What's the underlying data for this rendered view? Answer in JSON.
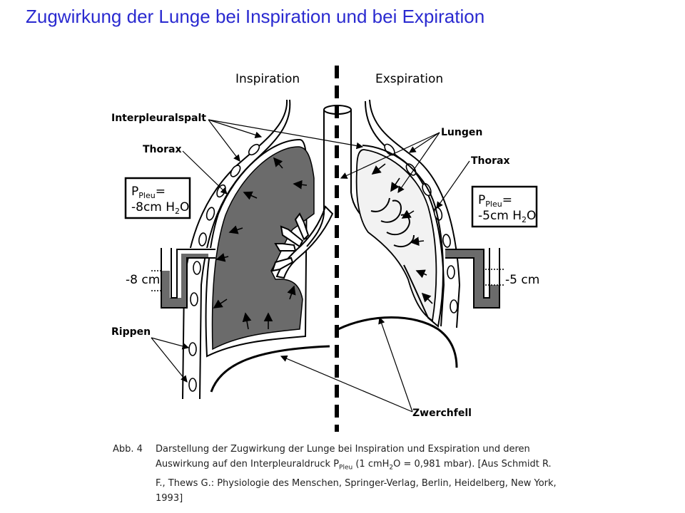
{
  "slide": {
    "title": "Zugwirkung der Lunge bei Inspiration und bei Expiration"
  },
  "diagram": {
    "side_labels": {
      "inspiration": "Inspiration",
      "expiration": "Exspiration"
    },
    "labels": {
      "interpleuralspalt": "Interpleuralspalt",
      "thorax_left": "Thorax",
      "thorax_right": "Thorax",
      "lungen": "Lungen",
      "rippen": "Rippen",
      "zwerchfell": "Zwerchfell",
      "level_left": "-8 cm",
      "level_right": "-5 cm"
    },
    "pressure_left": {
      "p": "P",
      "sub": "Pleu",
      "eq": "=",
      "line2": "-8cm H",
      "two": "2",
      "o": "O"
    },
    "pressure_right": {
      "p": "P",
      "sub": "Pleu",
      "eq": "=",
      "line2": "-5cm H",
      "two": "2",
      "o": "O"
    }
  },
  "caption": {
    "number": "Abb. 4",
    "line1": "Darstellung der Zugwirkung der Lunge bei Inspiration und Exspiration und deren",
    "line2_pre": "Auswirkung auf den Interpleuraldruck P",
    "line2_sub": "Pleu",
    "line2_mid": " (1 cmH",
    "line2_sub2": "2",
    "line2_post": "O = 0,981 mbar). [Aus Schmidt R.",
    "line3": "F., Thews G.: Physiologie des Menschen, Springer-Verlag, Berlin, Heidelberg, New York,",
    "line4": "1993]"
  },
  "colors": {
    "title": "#2a2ad0",
    "lung_inspiration": "#6b6b6b",
    "lung_expiration": "#f2f2f2",
    "ink": "#000000"
  }
}
